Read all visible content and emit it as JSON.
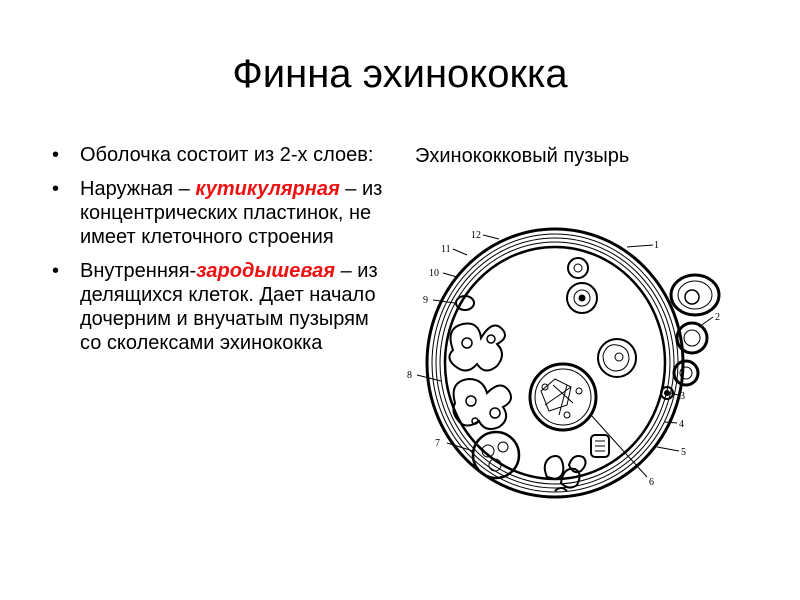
{
  "slide": {
    "title": "Финна эхинококка",
    "bullets": [
      {
        "text": "Оболочка состоит из 2-х слоев:"
      },
      {
        "pre": "Наружная – ",
        "accent": "кутикулярная",
        "post": " – из концентрических пластинок, не имеет клеточного строения"
      },
      {
        "pre": "Внутренняя-",
        "accent": "зародышевая",
        "post": " – из делящихся клеток. Дает начало дочерним и внучатым пузырям со сколексами эхинококка"
      }
    ],
    "diagram_caption": "Эхинококковый пузырь"
  },
  "diagram": {
    "labels": [
      "1",
      "2",
      "3",
      "4",
      "5",
      "6",
      "7",
      "8",
      "9",
      "10",
      "11",
      "12"
    ]
  },
  "colors": {
    "accent": "#ee1111",
    "text": "#000000",
    "background": "#ffffff"
  }
}
